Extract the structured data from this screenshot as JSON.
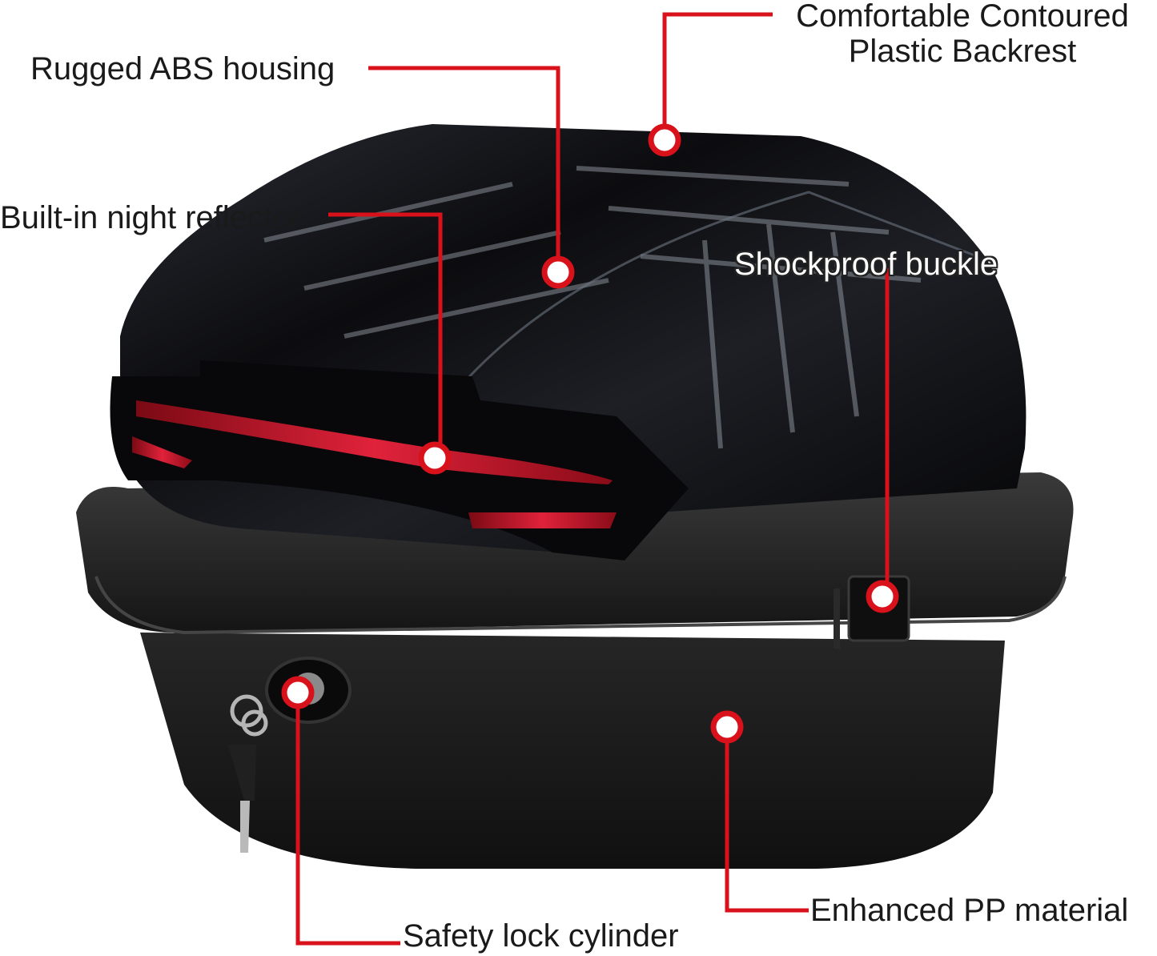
{
  "product": {
    "name": "motorcycle-top-case",
    "colors": {
      "callout": "#d8111b",
      "body": "#161616",
      "gloss": "#0b0b0d",
      "reflector": "#c8142a",
      "background": "#ffffff"
    }
  },
  "callouts": [
    {
      "id": "backrest",
      "lines": [
        "Comfortable Contoured",
        "Plastic Backrest"
      ]
    },
    {
      "id": "housing",
      "text": "Rugged ABS housing"
    },
    {
      "id": "reflector",
      "text": "Built-in night reflector"
    },
    {
      "id": "buckle",
      "text": "Shockproof buckle"
    },
    {
      "id": "material",
      "text": "Enhanced PP material"
    },
    {
      "id": "lock",
      "text": "Safety lock cylinder"
    }
  ]
}
